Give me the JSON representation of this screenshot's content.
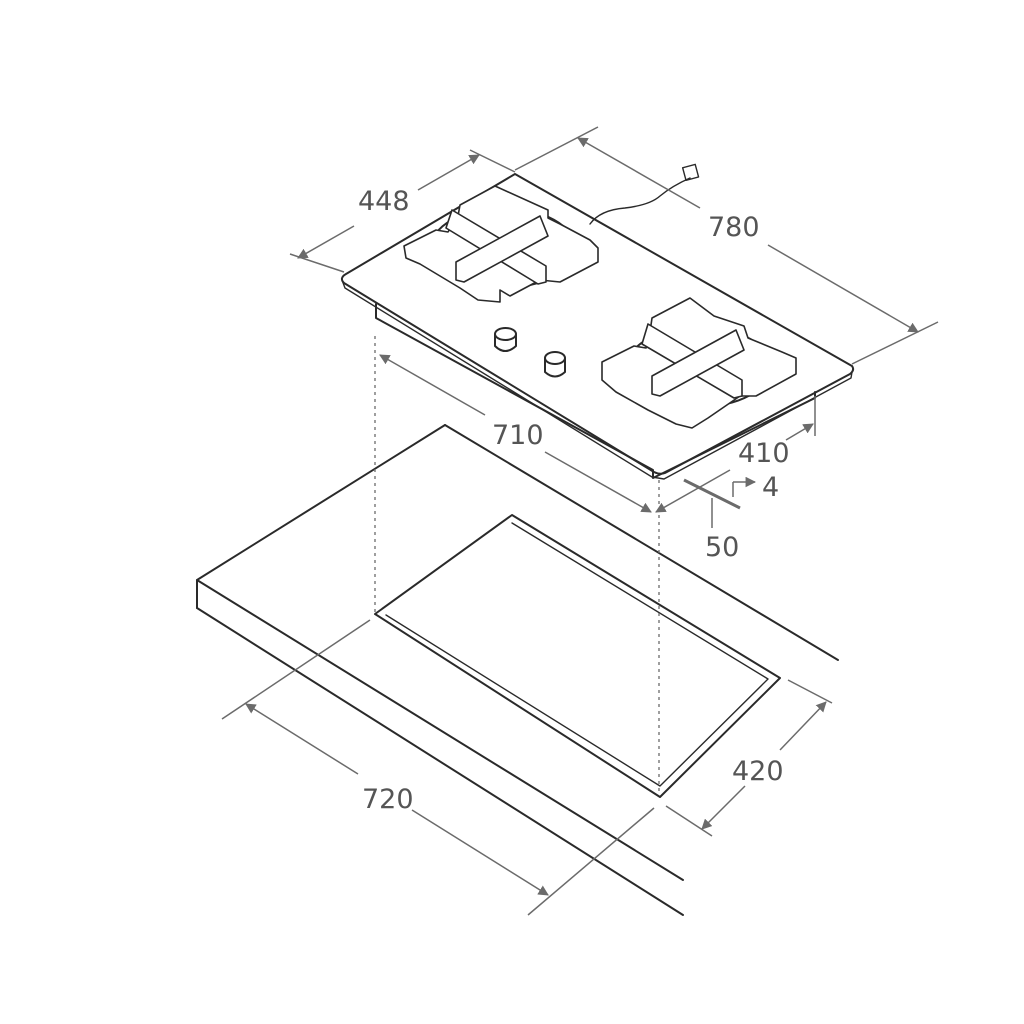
{
  "dimensions": {
    "hob_depth": "448",
    "hob_width": "780",
    "body_width": "710",
    "body_depth": "410",
    "glass_thickness": "4",
    "body_height": "50",
    "cutout_width": "720",
    "cutout_depth": "420"
  }
}
